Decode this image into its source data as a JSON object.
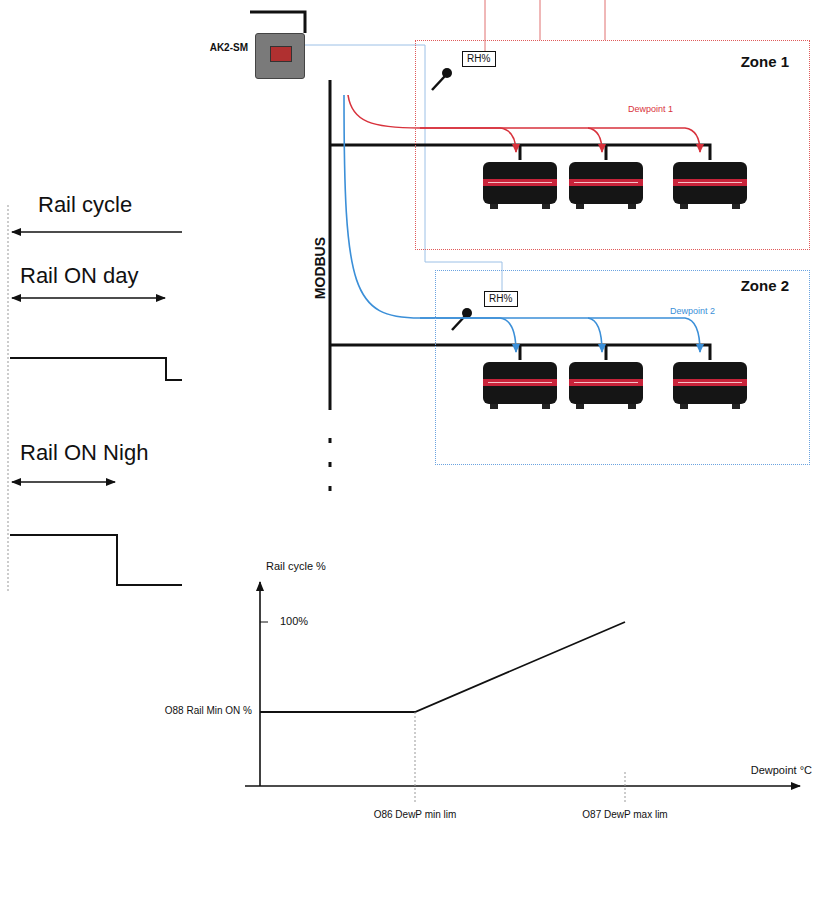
{
  "diagram": {
    "nodes": [
      {
        "text": [
          "AK2-SM"
        ]
      },
      {
        "text": [
          "Zone 1"
        ]
      },
      {
        "text": [
          "RH%"
        ],
        "in": 1
      },
      {
        "text": [
          "Zone 2"
        ]
      },
      {
        "text": [
          "RH%"
        ],
        "in": 3
      }
    ],
    "labels": [
      "Rail cycle",
      "Rail ON day",
      "Rail ON Nigh",
      "MODBUS",
      "Dewpoint 1",
      "Dewpoint 2",
      "Rail cycle %",
      "100%",
      "O88 Rail Min ON %",
      "Dewpoint °C",
      "O86 DewP min lim",
      "O87 DewP max lim"
    ]
  }
}
